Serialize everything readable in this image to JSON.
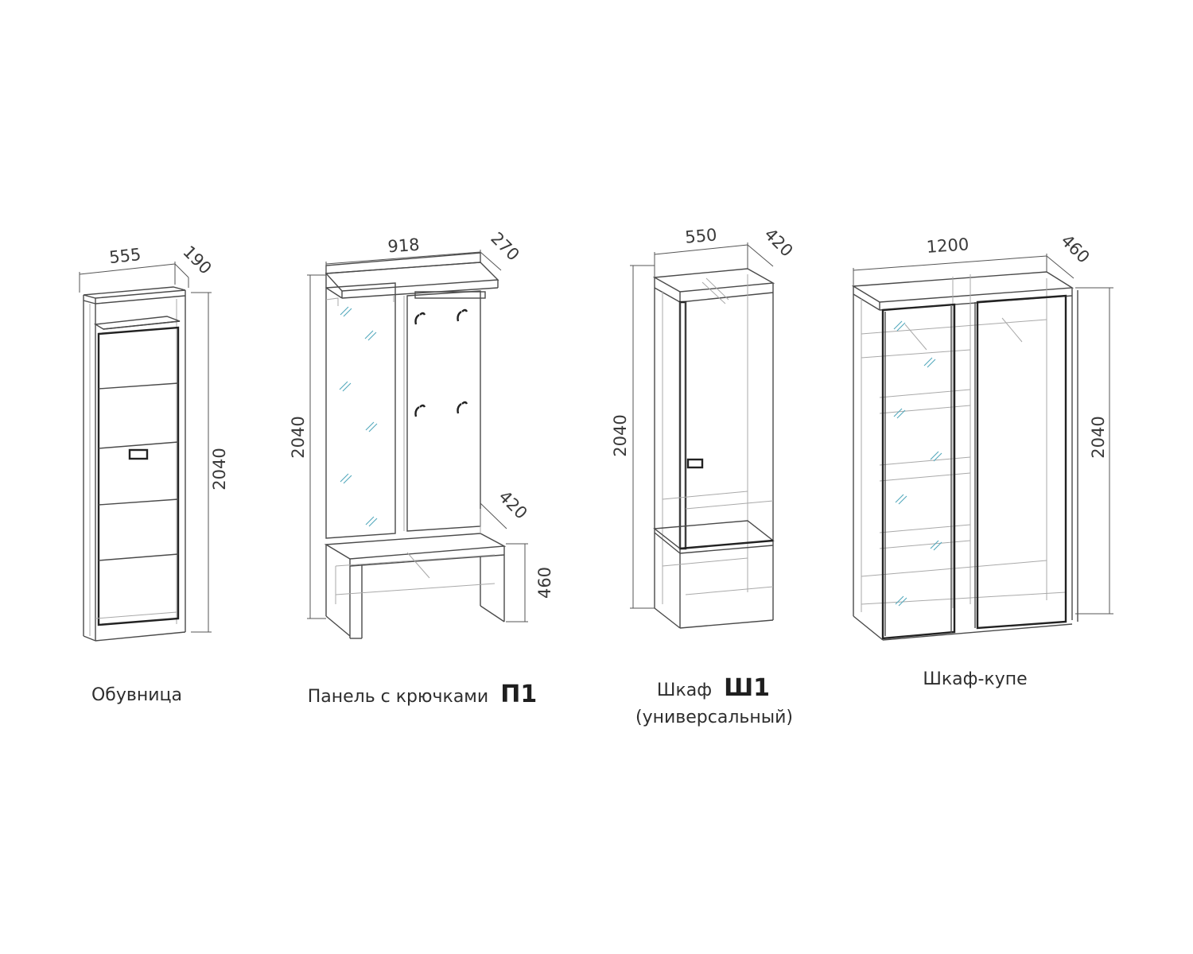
{
  "items": [
    {
      "caption": "Обувница",
      "code": "",
      "sub": "",
      "width": "555",
      "depth": "190",
      "height": "2040"
    },
    {
      "caption": "Панель с крючками",
      "code": "П1",
      "sub": "",
      "width": "918",
      "depth": "270",
      "height": "2040",
      "bench_depth": "420",
      "bench_height": "460"
    },
    {
      "caption": "Шкаф",
      "code": "Ш1",
      "sub": "(универсальный)",
      "width": "550",
      "depth": "420",
      "height": "2040"
    },
    {
      "caption": "Шкаф-купе",
      "code": "",
      "sub": "",
      "width": "1200",
      "depth": "460",
      "height": "2040"
    }
  ],
  "colors": {
    "line": "#4a4a4a",
    "mirror_hatch": "#55a9bd",
    "text": "#333333"
  }
}
